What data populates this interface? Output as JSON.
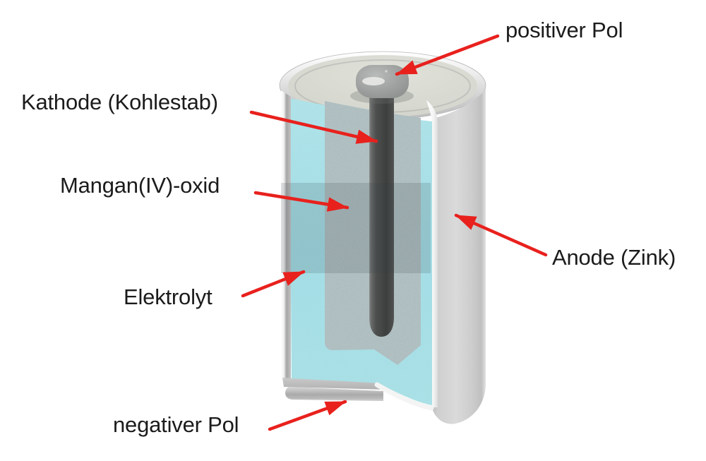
{
  "diagram": {
    "labels": [
      {
        "id": "positiver-pol",
        "text": "positiver Pol"
      },
      {
        "id": "kathode",
        "text": "Kathode (Kohlestab)"
      },
      {
        "id": "mangan-iv-oxid",
        "text": "Mangan(IV)-oxid"
      },
      {
        "id": "elektrolyt",
        "text": "Elektrolyt"
      },
      {
        "id": "anode-zink",
        "text": "Anode (Zink)"
      },
      {
        "id": "negativer-pol",
        "text": "negativer Pol"
      }
    ],
    "colors": {
      "background": "#ffffff",
      "label_text": "#1b1b1b",
      "arrow_red": "#e8211d",
      "electrolyte_cyan": "#a6e1e8",
      "manganese_dioxide": "#aec0c2",
      "carbon_rod_dark": "#474948",
      "zinc_can_silver": "#d2d2d2",
      "top_seal_beige": "#d6d8d0"
    }
  }
}
